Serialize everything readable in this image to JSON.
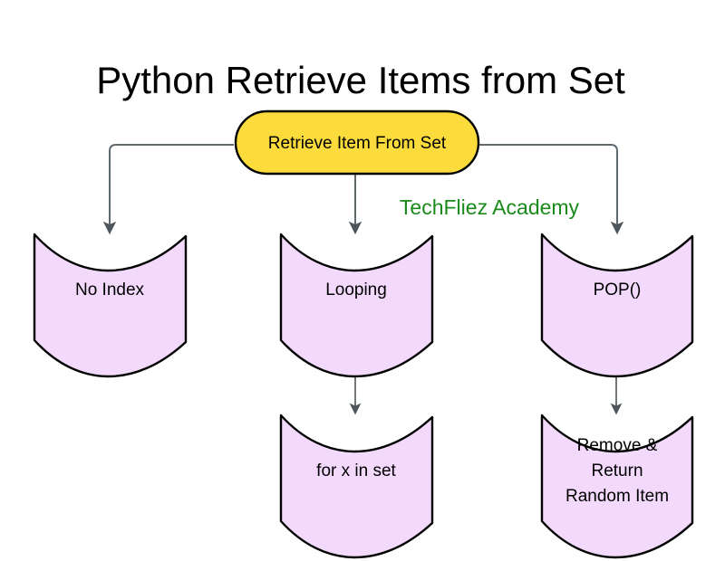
{
  "page": {
    "title": "Python Retrieve Items from Set",
    "background_color": "#ffffff"
  },
  "watermark": {
    "text": "TechFliez Academy",
    "color": "#1a8a1a"
  },
  "colors": {
    "root_fill": "#FCDB3C",
    "node_fill": "#F3D9FB",
    "node_stroke": "#000000",
    "connector": "#5e6a70",
    "text": "#000000"
  },
  "diagram": {
    "type": "flowchart",
    "root": {
      "id": "root",
      "label": "Retrieve Item From Set",
      "shape": "rounded-pill",
      "fill": "#FCDB3C"
    },
    "nodes": [
      {
        "id": "no-index",
        "label": "No Index",
        "shape": "wavy-flag",
        "fill": "#F3D9FB",
        "level": 1,
        "column": "left"
      },
      {
        "id": "looping",
        "label": "Looping",
        "shape": "wavy-flag",
        "fill": "#F3D9FB",
        "level": 1,
        "column": "center"
      },
      {
        "id": "pop",
        "label": "POP()",
        "shape": "wavy-flag",
        "fill": "#F3D9FB",
        "level": 1,
        "column": "right"
      },
      {
        "id": "for-x-in-set",
        "label": "for x in set",
        "shape": "wavy-flag",
        "fill": "#F3D9FB",
        "level": 2,
        "column": "center"
      },
      {
        "id": "remove-return-random-item",
        "label": "Remove & Return Random Item",
        "label_lines": [
          "Remove &",
          "Return",
          "Random Item"
        ],
        "shape": "wavy-flag",
        "fill": "#F3D9FB",
        "level": 2,
        "column": "right"
      }
    ],
    "edges": [
      {
        "id": "edge-root-no-index",
        "from": "root",
        "to": "no-index",
        "style": "elbow-left",
        "arrow": true
      },
      {
        "id": "edge-root-looping",
        "from": "root",
        "to": "looping",
        "style": "straight-down",
        "arrow": true
      },
      {
        "id": "edge-root-pop",
        "from": "root",
        "to": "pop",
        "style": "elbow-right",
        "arrow": true
      },
      {
        "id": "edge-looping-for",
        "from": "looping",
        "to": "for-x-in-set",
        "style": "straight-down",
        "arrow": true
      },
      {
        "id": "edge-pop-remove",
        "from": "pop",
        "to": "remove-return-random-item",
        "style": "straight-down",
        "arrow": true
      }
    ]
  }
}
